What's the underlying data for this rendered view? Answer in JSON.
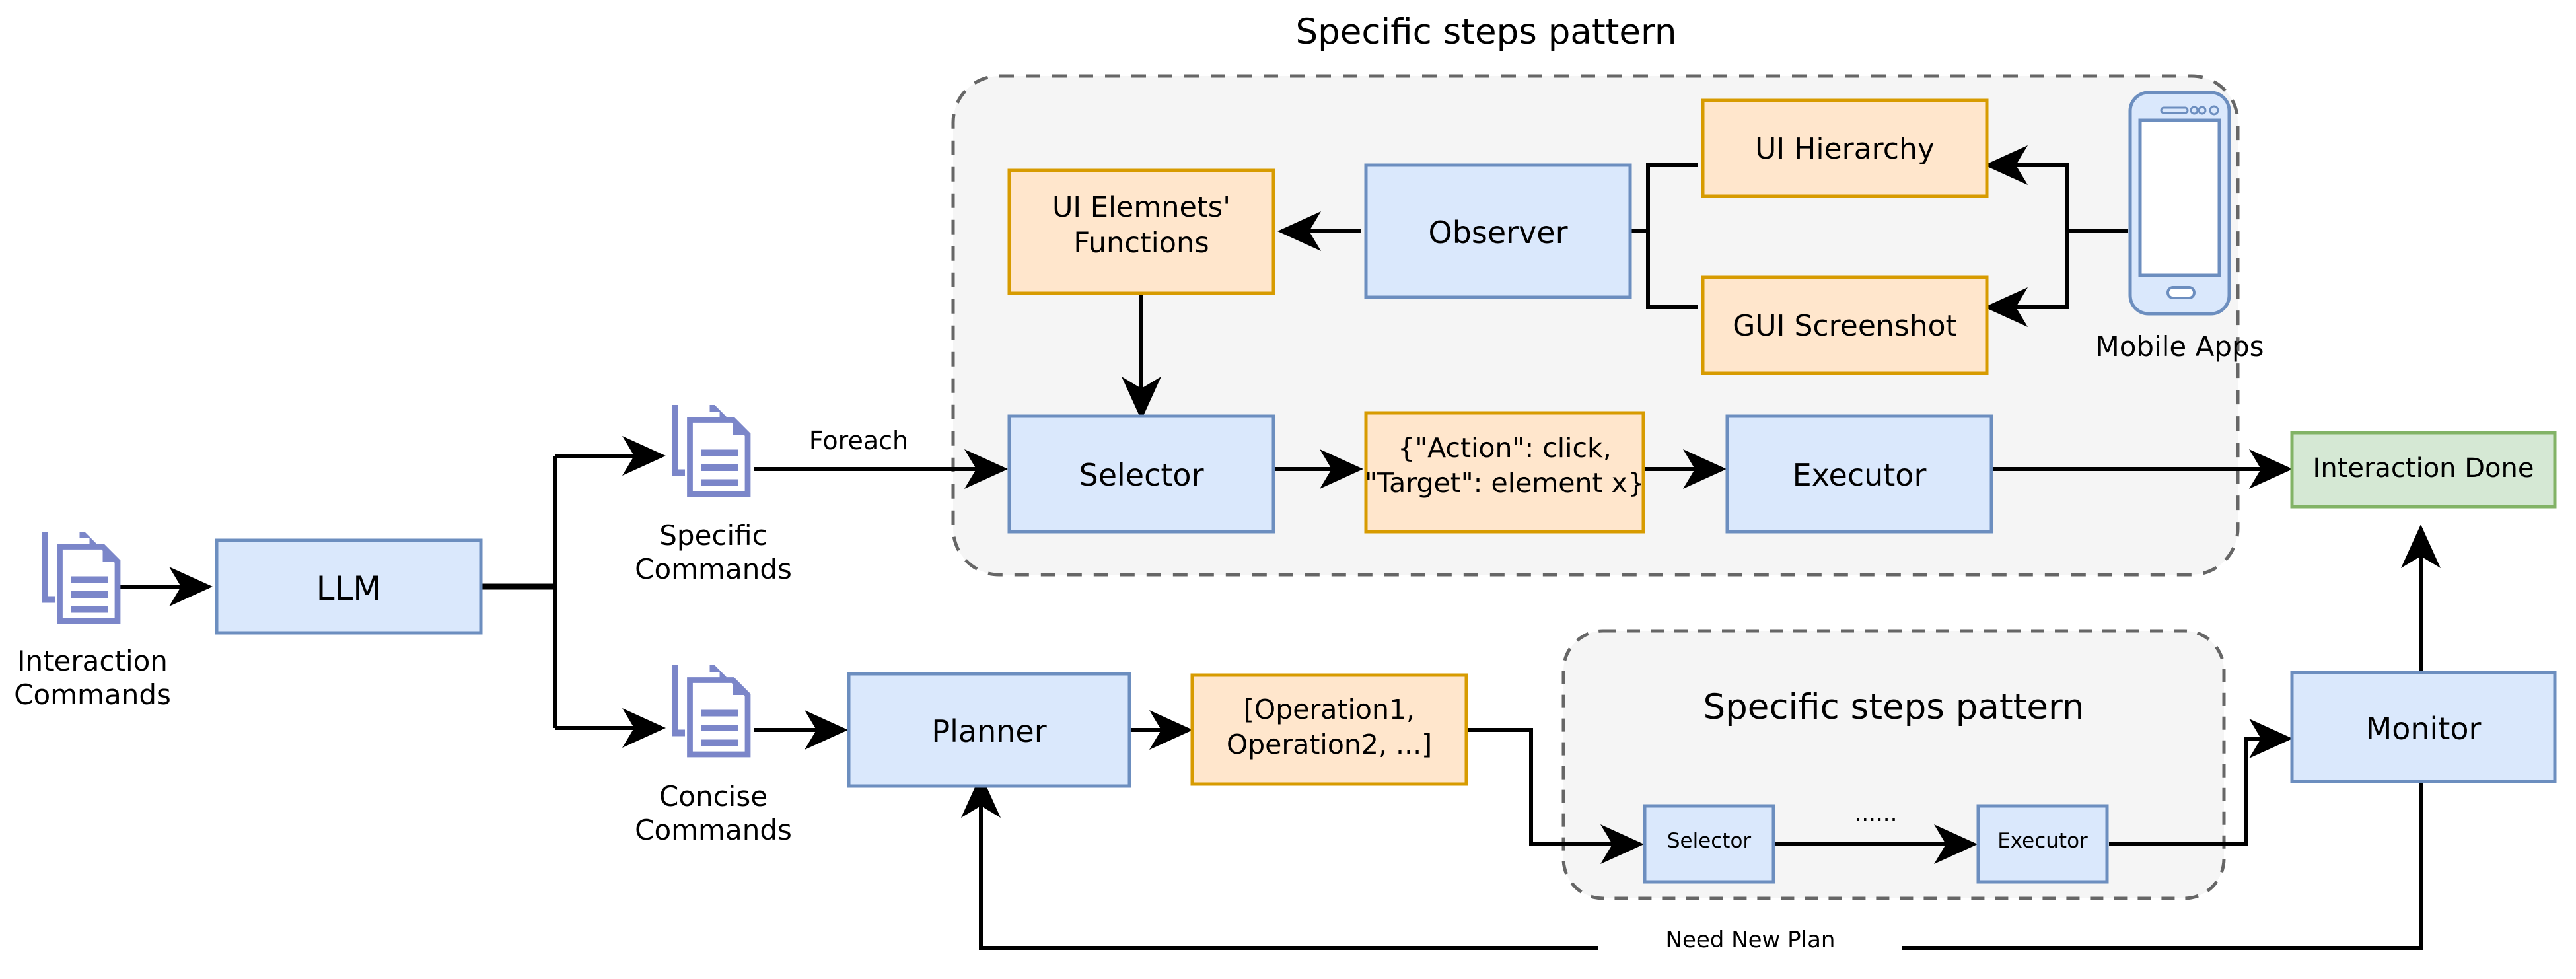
{
  "diagram": {
    "title_top": "Specific steps pattern",
    "groups": [
      {
        "id": "top-pattern",
        "label": "Specific steps pattern",
        "label_position": "outside-top"
      },
      {
        "id": "bottom-pattern",
        "label": "Specific steps pattern",
        "label_position": "inside-top"
      }
    ],
    "nodes": {
      "interaction_commands": {
        "label": "Interaction\nCommands",
        "line1": "Interaction",
        "line2": "Commands",
        "icon": "documents-icon",
        "color": "#7b86c9"
      },
      "llm": {
        "label": "LLM",
        "fill": "#dae8fc",
        "stroke": "#6c8ebf"
      },
      "specific_commands": {
        "line1": "Specific",
        "line2": "Commands",
        "icon": "documents-icon",
        "color": "#7b86c9"
      },
      "concise_commands": {
        "line1": "Concise",
        "line2": "Commands",
        "icon": "documents-icon",
        "color": "#7b86c9"
      },
      "ui_elements_functions": {
        "line1": "UI Elemnets'",
        "line2": "Functions",
        "fill": "#ffe6cc",
        "stroke": "#d79b00"
      },
      "observer": {
        "label": "Observer",
        "fill": "#dae8fc",
        "stroke": "#6c8ebf"
      },
      "ui_hierarchy": {
        "label": "UI Hierarchy",
        "fill": "#ffe6cc",
        "stroke": "#d79b00"
      },
      "gui_screenshot": {
        "label": "GUI Screenshot",
        "fill": "#ffe6cc",
        "stroke": "#d79b00"
      },
      "mobile_apps": {
        "label": "Mobile Apps",
        "icon": "smartphone-icon",
        "fill": "#dae8fc",
        "stroke": "#6c8ebf"
      },
      "selector_top": {
        "label": "Selector",
        "fill": "#dae8fc",
        "stroke": "#6c8ebf"
      },
      "action_json": {
        "line1": "{\"Action\": click,",
        "line2": "\"Target\": element x}",
        "fill": "#ffe6cc",
        "stroke": "#d79b00"
      },
      "executor_top": {
        "label": "Executor",
        "fill": "#dae8fc",
        "stroke": "#6c8ebf"
      },
      "interaction_done": {
        "label": "Interaction Done",
        "fill": "#d5e8d4",
        "stroke": "#82b366"
      },
      "planner": {
        "label": "Planner",
        "fill": "#dae8fc",
        "stroke": "#6c8ebf"
      },
      "operations": {
        "line1": "[Operation1,",
        "line2": "Operation2, ...]",
        "fill": "#ffe6cc",
        "stroke": "#d79b00"
      },
      "selector_bottom": {
        "label": "Selector",
        "fill": "#dae8fc",
        "stroke": "#6c8ebf"
      },
      "ellipsis_bottom": {
        "label": "......"
      },
      "executor_bottom": {
        "label": "Executor",
        "fill": "#dae8fc",
        "stroke": "#6c8ebf"
      },
      "monitor": {
        "label": "Monitor",
        "fill": "#dae8fc",
        "stroke": "#6c8ebf"
      }
    },
    "edge_labels": {
      "foreach": "Foreach",
      "need_new_plan": "Need New Plan"
    },
    "colors": {
      "blue_fill": "#dae8fc",
      "blue_stroke": "#6c8ebf",
      "orange_fill": "#ffe6cc",
      "orange_stroke": "#d79b00",
      "green_fill": "#d5e8d4",
      "green_stroke": "#82b366",
      "group_fill": "#f5f5f5",
      "group_stroke": "#666666",
      "doc_icon": "#7b86c9",
      "arrow": "#000000"
    }
  }
}
